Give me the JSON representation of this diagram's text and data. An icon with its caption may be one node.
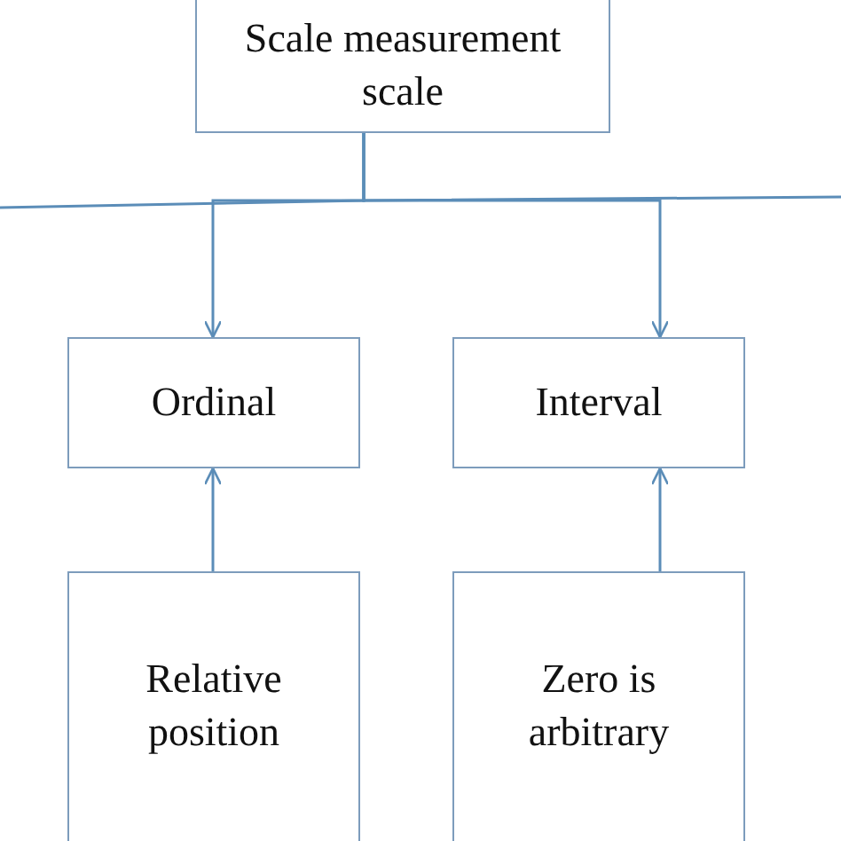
{
  "diagram": {
    "nodes": [
      {
        "text": [
          "Scale measurement scale"
        ]
      },
      {
        "text": [
          "Ordinal"
        ]
      },
      {
        "text": [
          "Interval"
        ]
      },
      {
        "text": [
          "Relative position"
        ]
      },
      {
        "text": [
          "Zero is arbitrary"
        ]
      }
    ],
    "edges": [
      {
        "from": 0,
        "to": 1,
        "arrow": "to"
      },
      {
        "from": 0,
        "to": 2,
        "arrow": "to"
      },
      {
        "from": 0,
        "to": null,
        "arrow": "none"
      },
      {
        "from": 0,
        "to": null,
        "arrow": "none"
      },
      {
        "from": 3,
        "to": 1,
        "arrow": "to"
      },
      {
        "from": 4,
        "to": 2,
        "arrow": "to"
      }
    ]
  }
}
